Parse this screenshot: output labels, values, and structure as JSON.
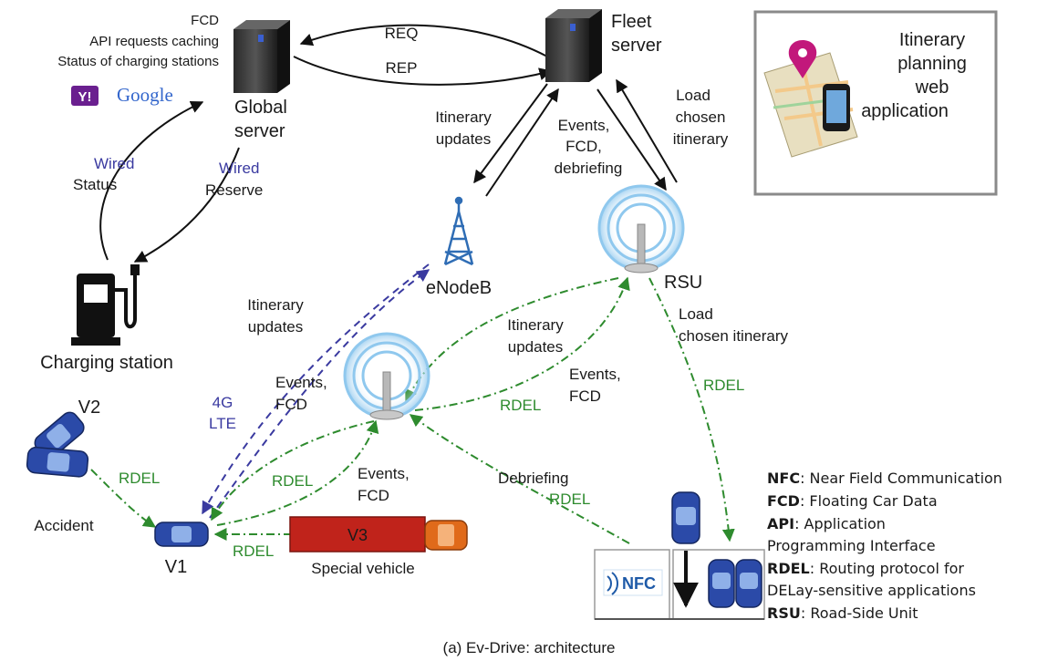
{
  "nodes": {
    "global_server": {
      "label_1": "Global",
      "label_2": "server"
    },
    "fleet_server": {
      "label_1": "Fleet",
      "label_2": "server"
    },
    "enodeb": {
      "label": "eNodeB"
    },
    "rsu": {
      "label": "RSU"
    },
    "charging_station": {
      "label": "Charging station"
    },
    "v1": {
      "label": "V1"
    },
    "v2": {
      "label": "V2"
    },
    "v3": {
      "label": "V3"
    },
    "accident": {
      "label": "Accident"
    },
    "special_vehicle": {
      "label": "Special vehicle"
    },
    "nfc": {
      "label": "NFC"
    }
  },
  "global_notes": [
    "FCD",
    "API requests caching",
    "Status of charging stations"
  ],
  "logos": {
    "yahoo": "Y!",
    "google": "Google"
  },
  "web_app": {
    "lines": [
      "Itinerary",
      "planning",
      "web",
      "application"
    ]
  },
  "edges": {
    "req": "REQ",
    "rep": "REP",
    "wired_status": {
      "medium": "Wired",
      "label": "Status"
    },
    "wired_reserve": {
      "medium": "Wired",
      "label": "Reserve"
    },
    "fleet_itinerary_updates": [
      "Itinerary",
      "updates"
    ],
    "fleet_events": [
      "Events,",
      "FCD,",
      "debriefing"
    ],
    "fleet_load": [
      "Load",
      "chosen",
      "itinerary"
    ],
    "enb_itinerary_updates": [
      "Itinerary",
      "updates"
    ],
    "enb_events": [
      "Events,",
      "FCD"
    ],
    "lte": [
      "4G",
      "LTE"
    ],
    "rsu_itinerary_updates": [
      "Itinerary",
      "updates"
    ],
    "rsu_events": [
      "Events,",
      "FCD"
    ],
    "rdel_rsu_ap": "RDEL",
    "rsu_load": [
      "Load",
      "chosen itinerary"
    ],
    "rdel_rsu_nfc": "RDEL",
    "rdel_v1_ap": "RDEL",
    "v1_events": [
      "Events,",
      "FCD"
    ],
    "rdel_v2_v1": "RDEL",
    "rdel_v3_v1": "RDEL",
    "debriefing": "Debriefing",
    "rdel_nfc_ap": "RDEL"
  },
  "legend": [
    {
      "abbr": "NFC",
      "text": ": Near Field Communication"
    },
    {
      "abbr": "FCD",
      "text": ": Floating Car Data"
    },
    {
      "abbr": "API",
      "text": ": Application"
    },
    {
      "abbr": "",
      "text": "Programming Interface"
    },
    {
      "abbr": "RDEL",
      "text": ": Routing protocol for"
    },
    {
      "abbr": "",
      "text": "DELay-sensitive applications"
    },
    {
      "abbr": "RSU",
      "text": ": Road-Side Unit"
    }
  ],
  "caption": "(a) Ev-Drive: architecture",
  "colors": {
    "blue_link": "#3a3aa0",
    "green_link": "#2e8b2e",
    "car_blue": "#2b4aa8",
    "truck_red": "#c0231b"
  }
}
